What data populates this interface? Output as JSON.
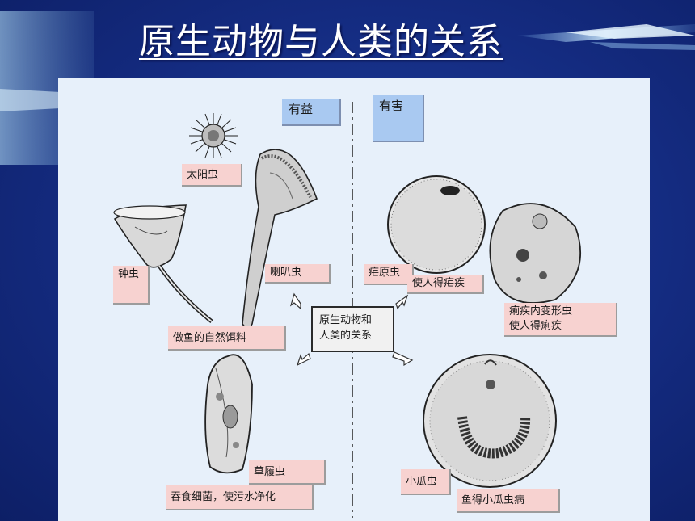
{
  "slide": {
    "title": "原生动物与人类的关系",
    "colors": {
      "background": "#142b80",
      "panel": "#e7f0fa",
      "label": "#f7d2d0",
      "header": "#a9c9f1"
    }
  },
  "diagram": {
    "headers": {
      "beneficial": "有益",
      "harmful": "有害"
    },
    "center": {
      "line1": "原生动物和",
      "line2": "人类的关系"
    },
    "labels": {
      "heliozoa": "太阳虫",
      "vorticella": "钟虫",
      "stentor": "喇叭虫",
      "fish_food": "做鱼的自然饵料",
      "paramecium": "草履虫",
      "paramecium_use": "吞食细菌，使污水净化",
      "plasmodium": "疟原虫",
      "malaria": "使人得疟疾",
      "amoeba_line1": "痢疾内变形虫",
      "amoeba_line2": "使人得痢疾",
      "ichthyophthirius": "小瓜虫",
      "ich_disease": "鱼得小瓜虫病"
    }
  }
}
